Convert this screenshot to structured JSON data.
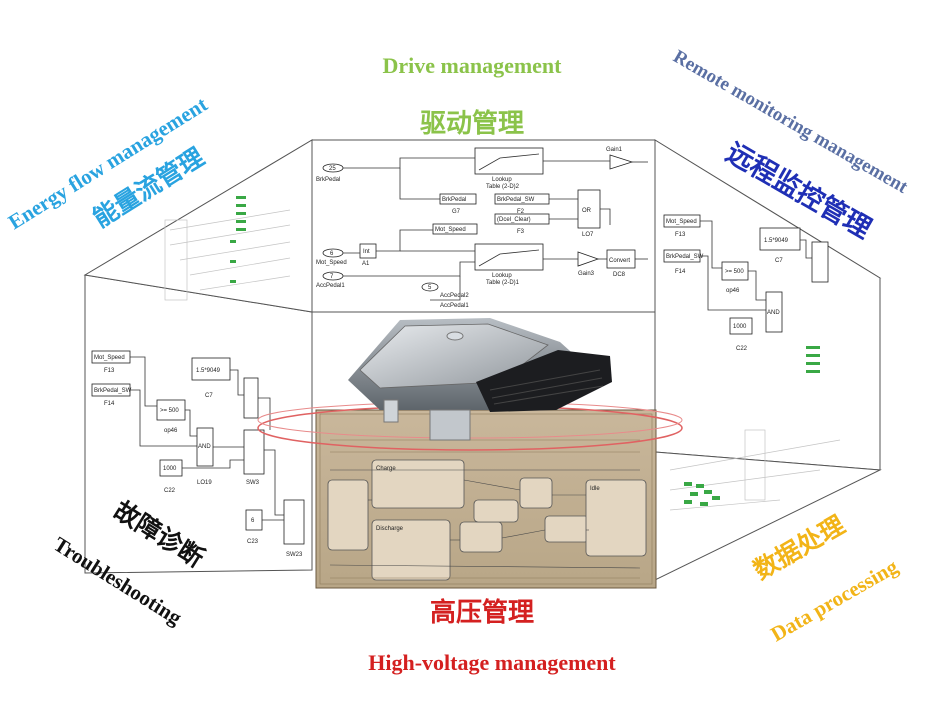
{
  "modules": {
    "drive": {
      "en": "Drive management",
      "zh": "驱动管理",
      "color": "#8bc34a"
    },
    "remote": {
      "en": "Remote monitoring management",
      "zh": "远程监控管理",
      "color_en": "#5a6fa3",
      "color_zh": "#1f2fb5"
    },
    "energy": {
      "en": "Energy flow management",
      "zh": "能量流管理",
      "color": "#29a3e0"
    },
    "trouble": {
      "en": "Troubleshooting",
      "zh": "故障诊断",
      "color": "#111111"
    },
    "data": {
      "en": "Data processing",
      "zh": "数据处理",
      "color": "#f2b417"
    },
    "hv": {
      "en": "High-voltage management",
      "zh": "高压管理",
      "color": "#d42020"
    }
  },
  "drive_panel": {
    "blocks": {
      "brk_pedal": "BrkPedal",
      "mot_speed": "Mot_Speed",
      "acc_pedal1": "AccPedal1",
      "lookup2": "Lookup",
      "lookup2_sub": "Table (2-D)2",
      "lookup1": "Lookup",
      "lookup1_sub": "Table (2-D)1",
      "gain1": "Gain1",
      "gain3": "Gain3",
      "or": "OR",
      "lo7": "LO7",
      "convert": "Convert",
      "dc8": "DC8",
      "int": "Int",
      "a1": "A1",
      "g7": "G7",
      "f2": "F2",
      "f3": "F3",
      "brkpedal_sw": "BrkPedal_SW",
      "dcl_clear": "(Dcel_Clear)",
      "mot_speed_goto": "Mot_Speed",
      "accpedal2": "AccPedal2",
      "accpedal1_goto": "AccPedal1",
      "brkpedal_goto": "BrkPedal",
      "in25": "25",
      "in6": "6",
      "in7": "7",
      "in5": "5"
    }
  },
  "left_panel": {
    "blocks": {
      "mot_speed": "Mot_Speed",
      "f13": "F13",
      "brkpedal_sw": "BrkPedal_SW",
      "f14": "F14",
      "gt500": ">= 500",
      "op46": "op46",
      "and": "AND",
      "lo19": "LO19",
      "c7": "C7",
      "c7_val": "1.5*9049",
      "c1000": "1000",
      "c22": "C22",
      "c6": "6",
      "c23": "C23",
      "sw3": "SW3",
      "sw23": "SW23"
    }
  },
  "right_panel": {
    "blocks": {
      "c7_val": "1.5*9049",
      "c7": "C7",
      "mot_speed": "Mot_Speed",
      "f13": "F13",
      "brkpedal_sw": "BrkPedal_SW",
      "f14": "F14",
      "gt500": ">= 500",
      "op46": "op46",
      "and": "AND",
      "c1000": "1000",
      "c22": "C22"
    }
  },
  "hv_panel": {
    "blocks": {
      "charge": "Charge",
      "idle": "Idle",
      "discharge": "Discharge"
    }
  }
}
